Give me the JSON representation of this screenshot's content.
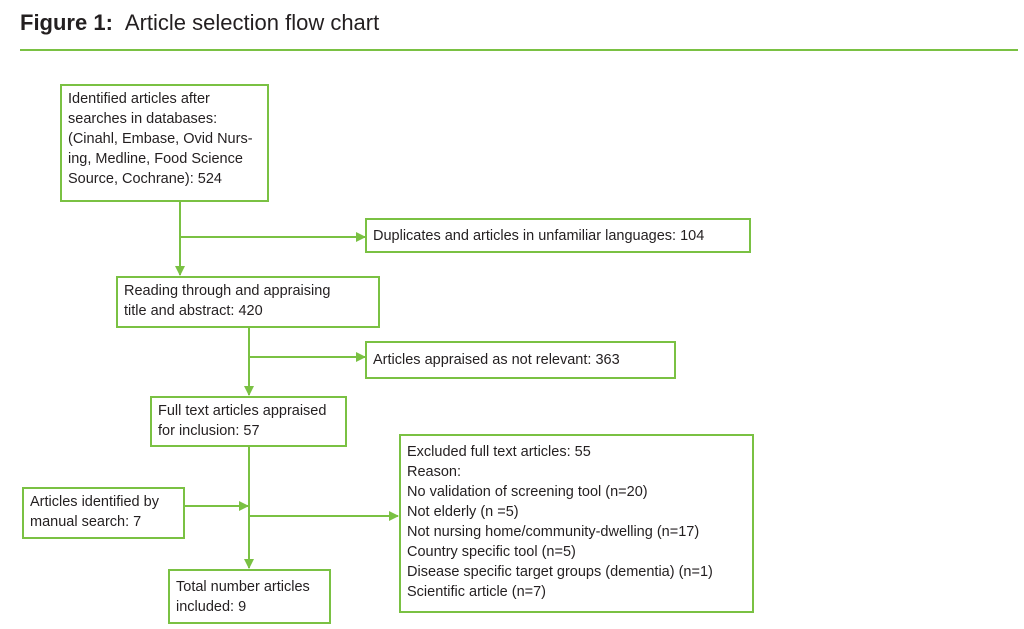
{
  "figure": {
    "label": "Figure 1:",
    "title": "Article selection flow chart",
    "accent_color": "#7ac143"
  },
  "boxes": {
    "identified": {
      "lines": [
        "Identified articles after",
        "searches in databases:",
        "(Cinahl, Embase, Ovid Nurs-",
        "ing, Medline, Food Science",
        "Source, Cochrane): 524"
      ]
    },
    "duplicates": {
      "lines": [
        "Duplicates and articles in unfamiliar languages: 104"
      ]
    },
    "reading": {
      "lines": [
        "Reading through and appraising",
        "title and abstract: 420"
      ]
    },
    "not_relevant": {
      "lines": [
        "Articles appraised as not relevant: 363"
      ]
    },
    "full_text": {
      "lines": [
        "Full text articles appraised",
        "for inclusion: 57"
      ]
    },
    "manual": {
      "lines": [
        "Articles identified by",
        "manual search: 7"
      ]
    },
    "excluded": {
      "lines": [
        "Excluded full text articles: 55",
        "Reason:",
        "No validation of screening tool (n=20)",
        "Not elderly (n =5)",
        "Not nursing home/community-dwelling (n=17)",
        "Country specific tool (n=5)",
        "Disease specific target groups (dementia) (n=1)",
        "Scientific article (n=7)"
      ]
    },
    "total": {
      "lines": [
        "Total number articles",
        "included: 9"
      ]
    }
  }
}
